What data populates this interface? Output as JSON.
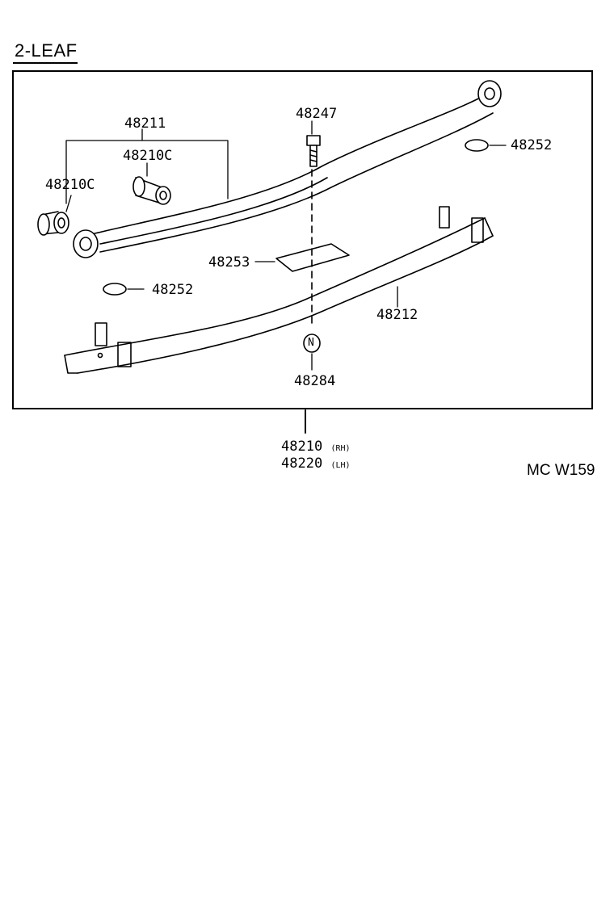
{
  "diagram": {
    "heading": "2-LEAF",
    "reference_code": "MC W159",
    "parts": {
      "p48211": "48211",
      "p48210c_left": "48210C",
      "p48210c_center": "48210C",
      "p48247": "48247",
      "p48252_right": "48252",
      "p48252_left": "48252",
      "p48253": "48253",
      "p48212": "48212",
      "p48284": "48284",
      "nut_symbol": "N"
    },
    "assembly": {
      "rh_number": "48210",
      "rh_side": "(RH)",
      "lh_number": "48220",
      "lh_side": "(LH)"
    }
  }
}
